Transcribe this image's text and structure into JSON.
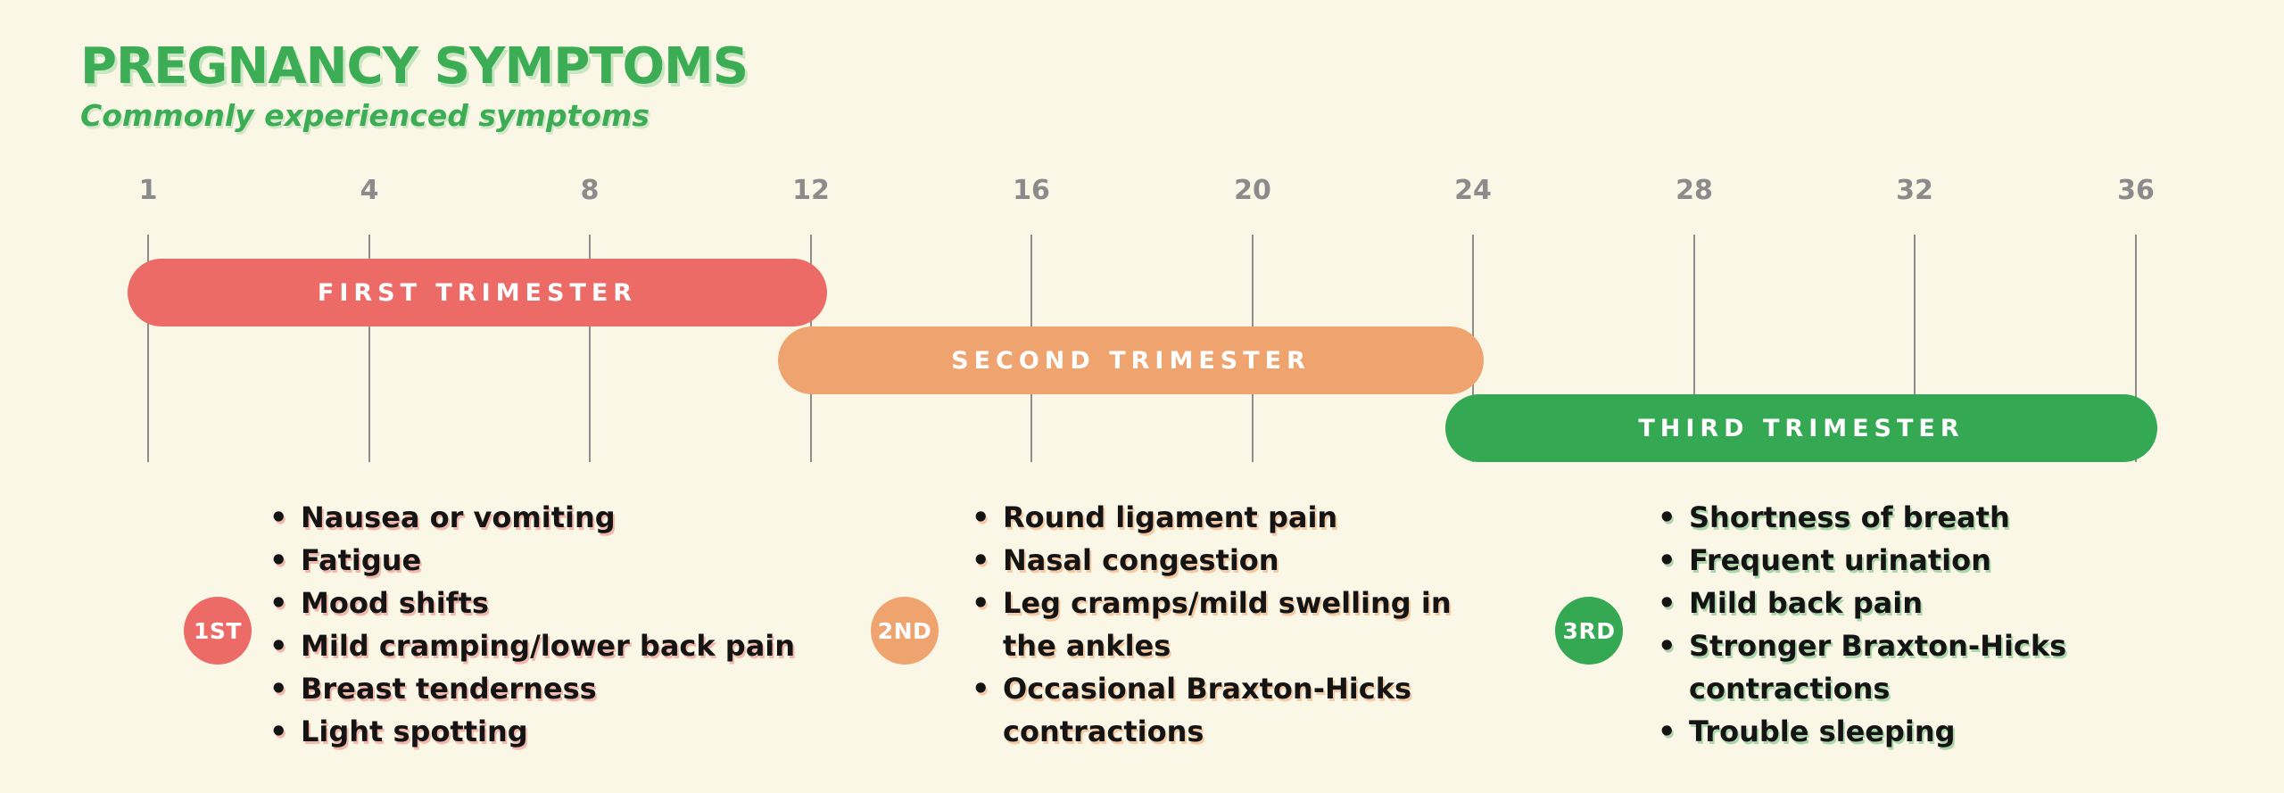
{
  "header": {
    "title": "PREGNANCY SYMPTOMS",
    "subtitle": "Commonly experienced symptoms"
  },
  "timeline": {
    "unit": "weeks",
    "weeks": [
      "1",
      "4",
      "8",
      "12",
      "16",
      "20",
      "24",
      "28",
      "32",
      "36"
    ]
  },
  "trimesters": [
    {
      "label": "FIRST TRIMESTER",
      "badge": "1ST",
      "color": "#EC6B66",
      "weeks_start": 1,
      "weeks_end": 12,
      "symptoms": [
        "Nausea or vomiting",
        "Fatigue",
        "Mood shifts",
        "Mild cramping/lower back pain",
        "Breast tenderness",
        "Light spotting"
      ]
    },
    {
      "label": "SECOND TRIMESTER",
      "badge": "2ND",
      "color": "#EFA470",
      "weeks_start": 12,
      "weeks_end": 24,
      "symptoms": [
        "Round ligament pain",
        "Nasal congestion",
        "Leg cramps/mild swelling in the ankles",
        "Occasional Braxton-Hicks contractions"
      ]
    },
    {
      "label": "THIRD TRIMESTER",
      "badge": "3RD",
      "color": "#35A853",
      "weeks_start": 24,
      "weeks_end": 36,
      "symptoms": [
        "Shortness of breath",
        "Frequent urination",
        "Mild back pain",
        "Stronger Braxton-Hicks contractions",
        "Trouble sleeping"
      ]
    }
  ],
  "colors": {
    "background": "#FAF7E6",
    "accent_green": "#3CAD55",
    "axis_gray": "#8B8B8B",
    "first_trimester": "#EC6B66",
    "second_trimester": "#EFA470",
    "third_trimester": "#35A853"
  }
}
